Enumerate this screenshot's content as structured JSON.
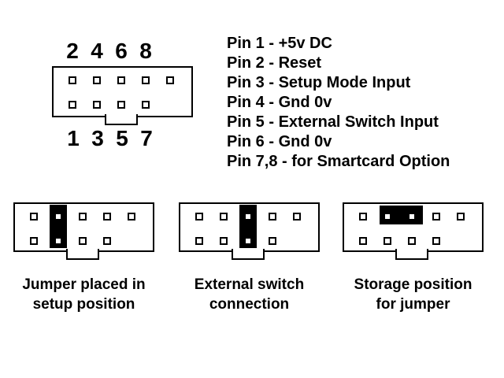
{
  "colors": {
    "ink": "#000000",
    "paper": "#ffffff"
  },
  "header_connector": {
    "top_pin_labels": [
      "2",
      "4",
      "6",
      "8"
    ],
    "bottom_pin_labels": [
      "1",
      "3",
      "5",
      "7"
    ]
  },
  "pin_legend": [
    "Pin 1 - +5v DC",
    "Pin 2 - Reset",
    "Pin 3 - Setup Mode Input",
    "Pin 4 - Gnd 0v",
    "Pin 5 - External Switch Input",
    "Pin 6 - Gnd 0v",
    "Pin 7,8 - for Smartcard Option"
  ],
  "jumper_diagrams": [
    {
      "jumper_position": "vertical jumper on column 2 (pins 3-4)",
      "caption_lines": [
        "Jumper placed in",
        "setup position"
      ]
    },
    {
      "jumper_position": "vertical jumper on column 3 (pins 5-6)",
      "caption_lines": [
        "External switch",
        "connection"
      ]
    },
    {
      "jumper_position": "horizontal jumper on top row columns 2-3 (pins 4-6)",
      "caption_lines": [
        "Storage position",
        "for jumper"
      ]
    }
  ]
}
